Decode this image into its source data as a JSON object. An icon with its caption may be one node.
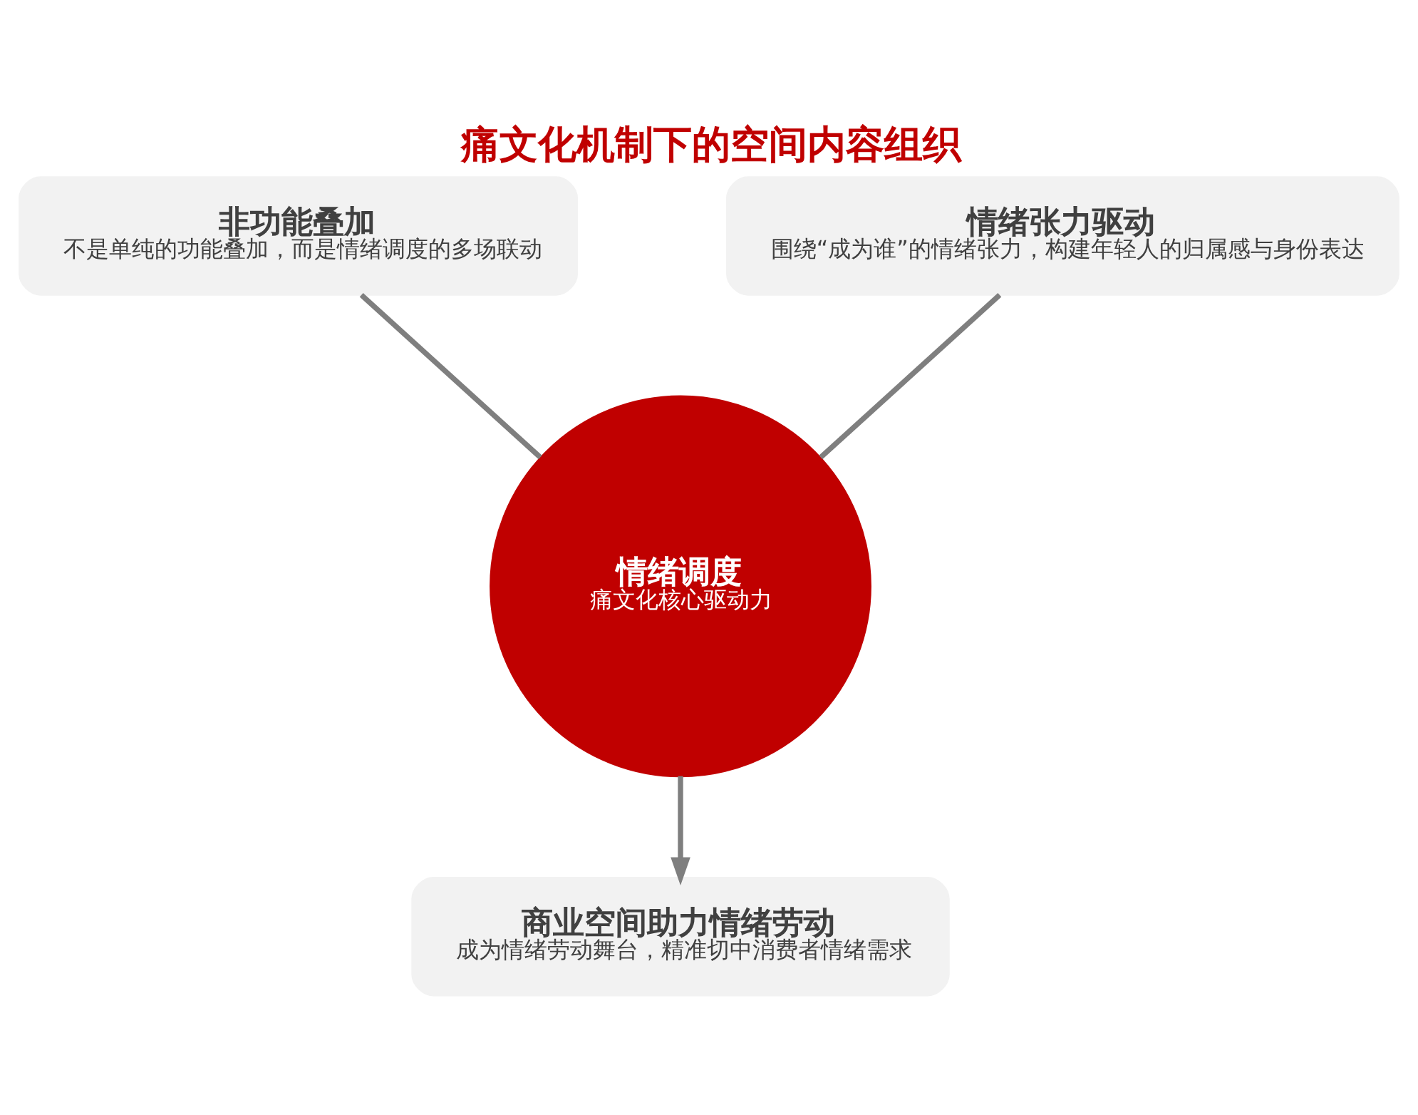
{
  "diagram": {
    "title": "痛文化机制下的空间内容组织",
    "nodes": [
      {
        "text": [
          "非功能叠加",
          "不是单纯的功能叠加，而是情绪调度的多场联动"
        ]
      },
      {
        "text": [
          "情绪张力驱动",
          "围绕“成为谁”的情绪张力，构建年轻人的归属感与身份表达"
        ]
      },
      {
        "text": [
          "情绪调度",
          "痛文化核心驱动力"
        ]
      },
      {
        "text": [
          "商业空间助力情绪劳动",
          "成为情绪劳动舞台，精准切中消费者情绪需求"
        ]
      }
    ],
    "edges": [
      {
        "from": 0,
        "to": 2,
        "arrow": "none"
      },
      {
        "from": 1,
        "to": 2,
        "arrow": "none"
      },
      {
        "from": 2,
        "to": 3,
        "arrow": "to"
      }
    ]
  }
}
